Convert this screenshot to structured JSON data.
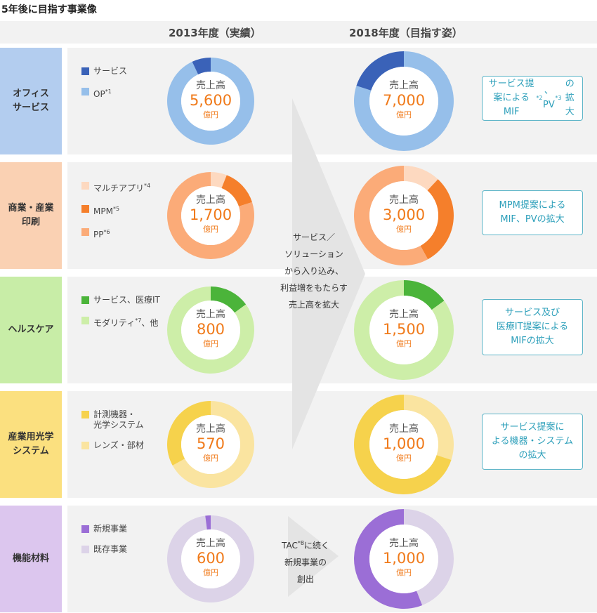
{
  "title": "5年後に目指す事業像",
  "headers": {
    "y2013": "2013年度（実績）",
    "y2018": "2018年度（目指す姿）"
  },
  "arrow_text": "サービス／\nソリューション\nから入り込み、\n利益増をもたらす\n売上高を拡大",
  "arrow_text2": "TAC*8に続く\n新規事業の\n創出",
  "sales_label": "売上高",
  "unit": "億円",
  "chart_data": {
    "type": "pie",
    "title": "5年後に目指す事業像",
    "categories": [
      "2013年度（実績）",
      "2018年度（目指す姿）"
    ],
    "rows": [
      {
        "name": "オフィス\nサービス",
        "label_color": "#b3cdef",
        "legend": [
          {
            "name": "サービス",
            "color": "#3a62b8"
          },
          {
            "name": "OP*1",
            "color": "#96bfea"
          }
        ],
        "y2013": {
          "total": "5,600",
          "segments": [
            {
              "name": "OP",
              "value": 93,
              "color": "#96bfea"
            },
            {
              "name": "サービス",
              "value": 7,
              "color": "#3a62b8"
            }
          ]
        },
        "y2018": {
          "total": "7,000",
          "segments": [
            {
              "name": "OP",
              "value": 80,
              "color": "#96bfea"
            },
            {
              "name": "サービス",
              "value": 20,
              "color": "#3a62b8"
            }
          ]
        },
        "note": "サービス提案による\nMIF*2、PV*3の拡大"
      },
      {
        "name": "商業・産業\n印刷",
        "label_color": "#fad1b3",
        "legend": [
          {
            "name": "マルチアプリ*4",
            "color": "#fdd9c0"
          },
          {
            "name": "MPM*5",
            "color": "#f57f2b"
          },
          {
            "name": "PP*6",
            "color": "#fbab78"
          }
        ],
        "y2013": {
          "total": "1,700",
          "segments": [
            {
              "name": "マルチアプリ",
              "value": 6,
              "color": "#fdd9c0"
            },
            {
              "name": "MPM",
              "value": 14,
              "color": "#f57f2b"
            },
            {
              "name": "PP",
              "value": 80,
              "color": "#fbab78"
            }
          ]
        },
        "y2018": {
          "total": "3,000",
          "segments": [
            {
              "name": "マルチアプリ",
              "value": 12,
              "color": "#fdd9c0"
            },
            {
              "name": "MPM",
              "value": 30,
              "color": "#f57f2b"
            },
            {
              "name": "PP",
              "value": 58,
              "color": "#fbab78"
            }
          ]
        },
        "note": "MPM提案による\nMIF、PVの拡大"
      },
      {
        "name": "ヘルスケア",
        "label_color": "#c8eda7",
        "legend": [
          {
            "name": "サービス、医療IT",
            "color": "#4bb43a"
          },
          {
            "name": "モダリティ*7、他",
            "color": "#cdeea8"
          }
        ],
        "y2013": {
          "total": "800",
          "segments": [
            {
              "name": "サービス、医療IT",
              "value": 15,
              "color": "#4bb43a"
            },
            {
              "name": "モダリティ、他",
              "value": 85,
              "color": "#cdeea8"
            }
          ]
        },
        "y2018": {
          "total": "1,500",
          "segments": [
            {
              "name": "サービス、医療IT",
              "value": 15,
              "color": "#4bb43a"
            },
            {
              "name": "モダリティ、他",
              "value": 85,
              "color": "#cdeea8"
            }
          ]
        },
        "note": "サービス及び\n医療IT提案による\nMIFの拡大"
      },
      {
        "name": "産業用光学\nシステム",
        "label_color": "#fbe07f",
        "legend": [
          {
            "name": "計測機器・\n光学システム",
            "color": "#f6d24c"
          },
          {
            "name": "レンズ・部材",
            "color": "#fae4a0"
          }
        ],
        "y2013": {
          "total": "570",
          "segments": [
            {
              "name": "レンズ・部材",
              "value": 67,
              "color": "#fae4a0"
            },
            {
              "name": "計測機器・光学システム",
              "value": 33,
              "color": "#f6d24c"
            }
          ]
        },
        "y2018": {
          "total": "1,000",
          "segments": [
            {
              "name": "レンズ・部材",
              "value": 30,
              "color": "#fae4a0"
            },
            {
              "name": "計測機器・光学システム",
              "value": 70,
              "color": "#f6d24c"
            }
          ]
        },
        "note": "サービス提案に\nよる機器・システム\nの拡大"
      },
      {
        "name": "機能材料",
        "label_color": "#dcc6ee",
        "legend": [
          {
            "name": "新規事業",
            "color": "#9b6ed6"
          },
          {
            "name": "既存事業",
            "color": "#dcd3e8"
          }
        ],
        "y2013": {
          "total": "600",
          "segments": [
            {
              "name": "既存事業",
              "value": 98,
              "color": "#dcd3e8"
            },
            {
              "name": "新規事業",
              "value": 2,
              "color": "#9b6ed6"
            }
          ]
        },
        "y2018": {
          "total": "1,000",
          "segments": [
            {
              "name": "既存事業",
              "value": 44,
              "color": "#dcd3e8"
            },
            {
              "name": "新規事業",
              "value": 56,
              "color": "#9b6ed6"
            }
          ]
        },
        "note": ""
      }
    ]
  }
}
